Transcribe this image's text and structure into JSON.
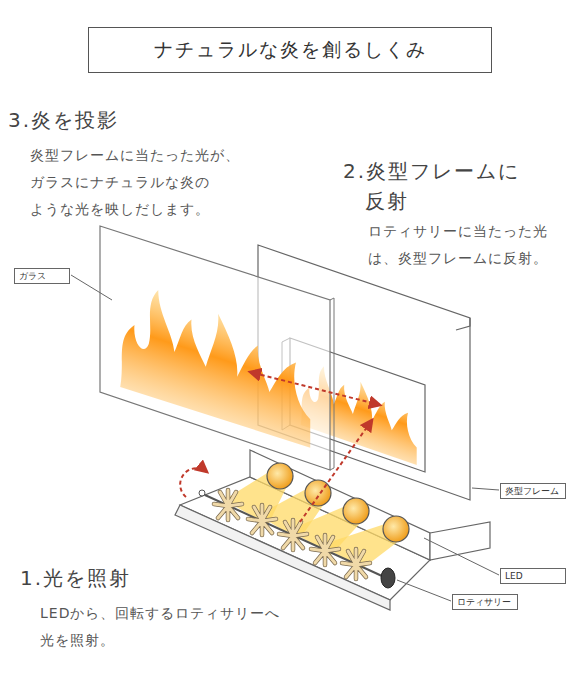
{
  "diagram": {
    "title": "ナチュラルな炎を創るしくみ",
    "nodes": [
      {
        "text": [
          "ガラス"
        ]
      },
      {
        "text": [
          "炎型フレーム"
        ]
      },
      {
        "text": [
          "LED"
        ]
      },
      {
        "text": [
          "ロティサリー"
        ]
      }
    ],
    "labels": [
      "3.炎を投影",
      "炎型フレームに当たった光が、 ガラスにナチュラルな炎の ような光を映しだします。",
      "2.炎型フレームに 反射",
      "ロティサリーに当たった光 は、炎型フレームに反射。",
      "1.光を照射",
      "LEDから、回転するロティサリーへ 光を照射。"
    ]
  }
}
